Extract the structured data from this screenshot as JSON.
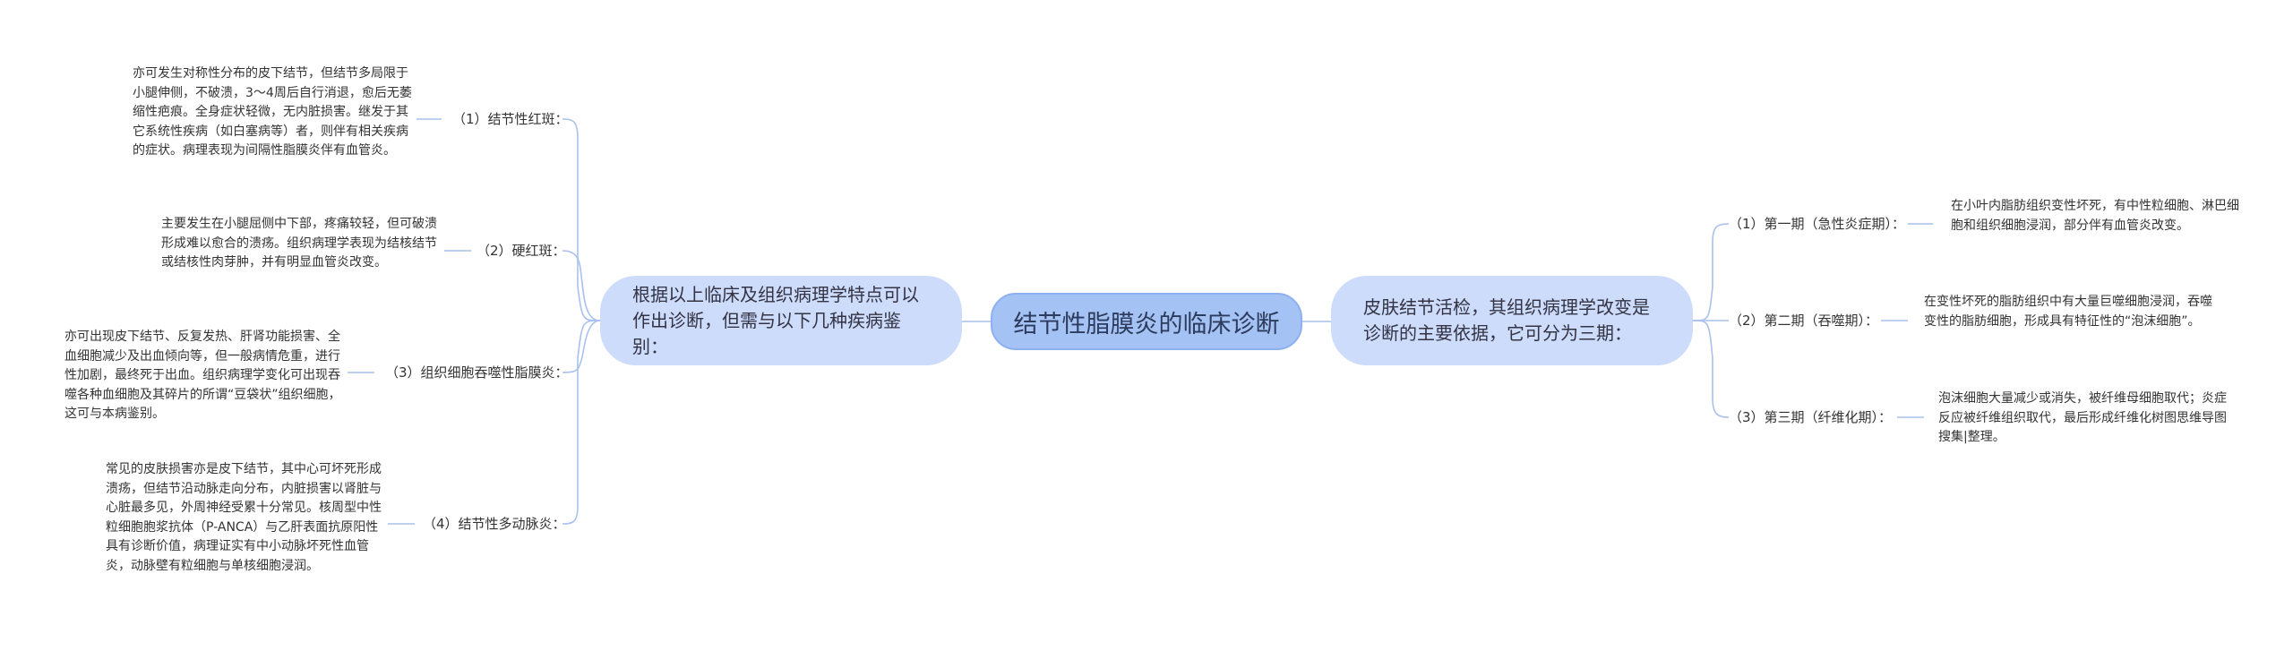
{
  "center": {
    "title": "结节性脂膜炎的临床诊断"
  },
  "left_main": {
    "text": "根据以上临床及组织病理学特点可以作出诊断，但需与以下几种疾病鉴别："
  },
  "right_main": {
    "text": "皮肤结节活检，其组织病理学改变是诊断的主要依据，它可分为三期："
  },
  "left_items": [
    {
      "label": "（1）结节性红斑：",
      "desc": "亦可发生对称性分布的皮下结节，但结节多局限于小腿伸侧，不破溃，3～4周后自行消退，愈后无萎缩性疤痕。全身症状轻微，无内脏损害。继发于其它系统性疾病（如白塞病等）者，则伴有相关疾病的症状。病理表现为间隔性脂膜炎伴有血管炎。"
    },
    {
      "label": "（2）硬红斑：",
      "desc": "主要发生在小腿屈侧中下部，疼痛较轻，但可破溃形成难以愈合的溃疡。组织病理学表现为结核结节或结核性肉芽肿，并有明显血管炎改变。"
    },
    {
      "label": "（3）组织细胞吞噬性脂膜炎：",
      "desc": "亦可出现皮下结节、反复发热、肝肾功能损害、全血细胞减少及出血倾向等，但一般病情危重，进行性加剧，最终死于出血。组织病理学变化可出现吞噬各种血细胞及其碎片的所谓“豆袋状”组织细胞，这可与本病鉴别。"
    },
    {
      "label": "（4）结节性多动脉炎：",
      "desc": "常见的皮肤损害亦是皮下结节，其中心可坏死形成溃疡，但结节沿动脉走向分布，内脏损害以肾脏与心脏最多见，外周神经受累十分常见。核周型中性粒细胞胞浆抗体（P-ANCA）与乙肝表面抗原阳性具有诊断价值，病理证实有中小动脉坏死性血管炎，动脉壁有粒细胞与单核细胞浸润。"
    }
  ],
  "right_items": [
    {
      "label": "（1）第一期（急性炎症期）：",
      "desc": "在小叶内脂肪组织变性坏死，有中性粒细胞、淋巴细胞和组织细胞浸润，部分伴有血管炎改变。"
    },
    {
      "label": "（2）第二期（吞噬期）：",
      "desc": "在变性坏死的脂肪组织中有大量巨噬细胞浸润，吞噬变性的脂肪细胞，形成具有特征性的“泡沫细胞”。"
    },
    {
      "label": "（3）第三期（纤维化期）：",
      "desc": "泡沫细胞大量减少或消失，被纤维母细胞取代；炎症反应被纤维组织取代，最后形成纤维化树图思维导图搜集|整理。"
    }
  ],
  "colors": {
    "line": "#a9c1ec",
    "center_fill": "#a4c2f4",
    "branch_fill": "#cddcfb"
  }
}
